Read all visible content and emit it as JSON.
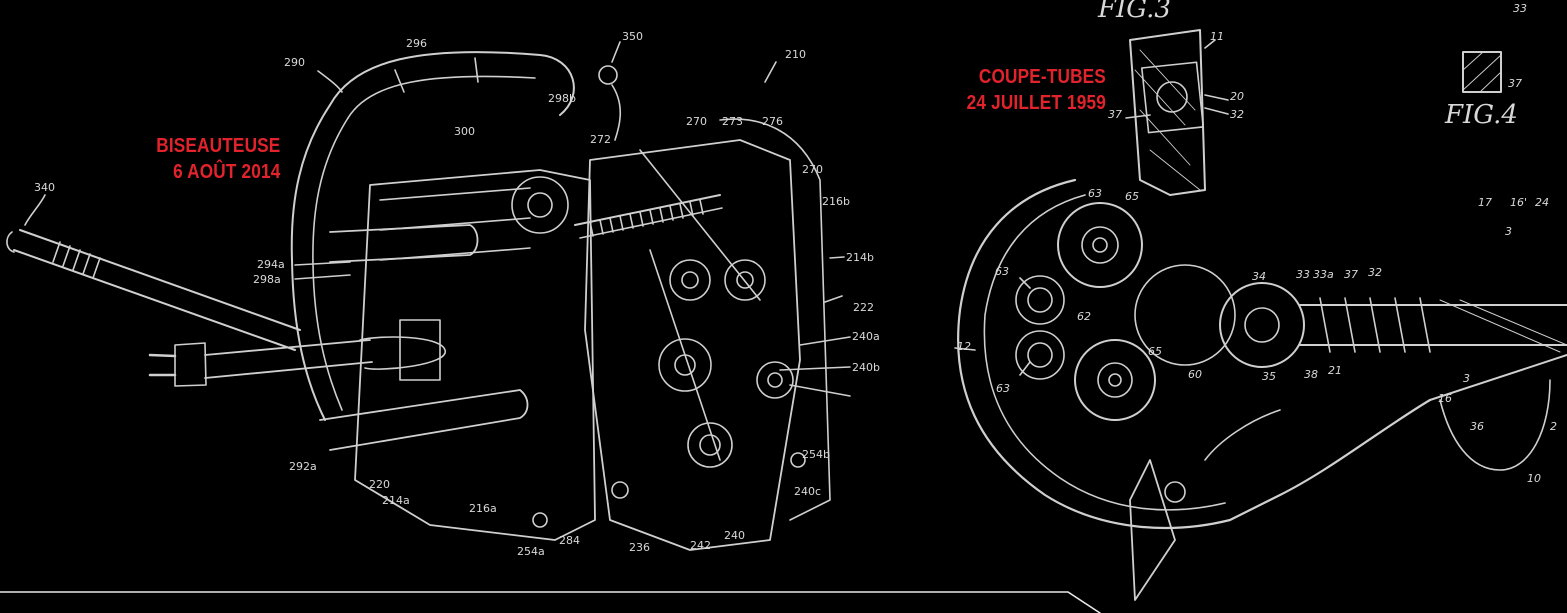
{
  "left_drawing": {
    "caption_line1": "BISEAUTEUSE",
    "caption_line2": "6 AOÛT 2014",
    "refs": [
      "290",
      "296",
      "350",
      "210",
      "298b",
      "300",
      "272",
      "270",
      "273",
      "276",
      "270",
      "216b",
      "214b",
      "222",
      "240a",
      "240b",
      "294a",
      "298a",
      "340",
      "254b",
      "240c",
      "292a",
      "220",
      "214a",
      "216a",
      "254a",
      "284",
      "236",
      "242",
      "240"
    ]
  },
  "right_drawing": {
    "caption_line1": "COUPE-TUBES",
    "caption_line2": "24 JUILLET 1959",
    "fig3": "FIG.3",
    "fig4": "FIG.4",
    "refs": [
      "11",
      "20",
      "32",
      "37",
      "33",
      "37",
      "63",
      "65",
      "63",
      "62",
      "12",
      "63",
      "65",
      "60",
      "34",
      "33",
      "33a",
      "37",
      "32",
      "17",
      "16'",
      "24",
      "35",
      "38",
      "21",
      "3",
      "16",
      "36",
      "10",
      "3",
      "2"
    ]
  },
  "colors": {
    "background": "#000000",
    "lines": "#d8d8d8",
    "caption": "#e3232b"
  }
}
